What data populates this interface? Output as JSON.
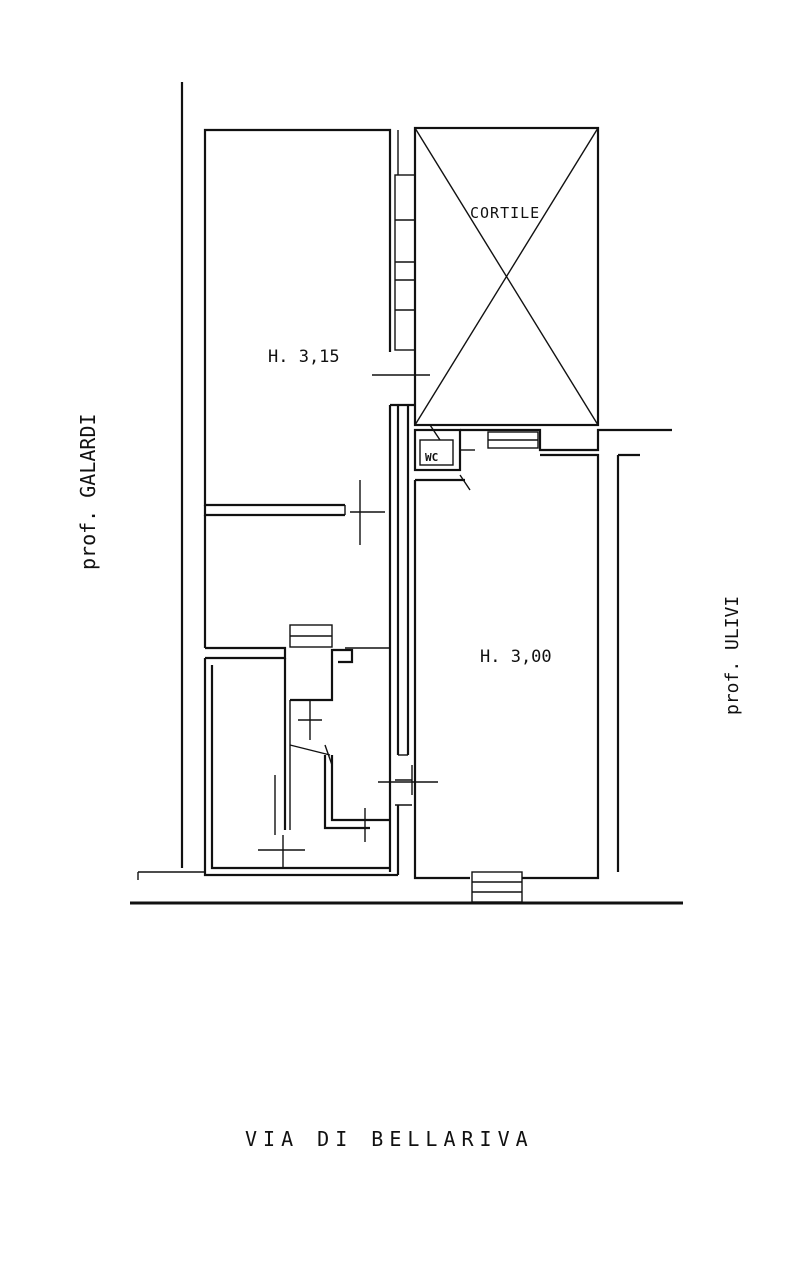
{
  "labels": {
    "courtyard": "CORTILE",
    "height_upper_room": "H. 3,15",
    "height_shop": "H. 3,00",
    "wc": "WC",
    "property_left": "prof. GALARDI",
    "property_right": "prof. ULIVI",
    "street": "VIA DI BELLARIVA"
  },
  "colors": {
    "ink": "#111111",
    "paper": "#ffffff"
  }
}
